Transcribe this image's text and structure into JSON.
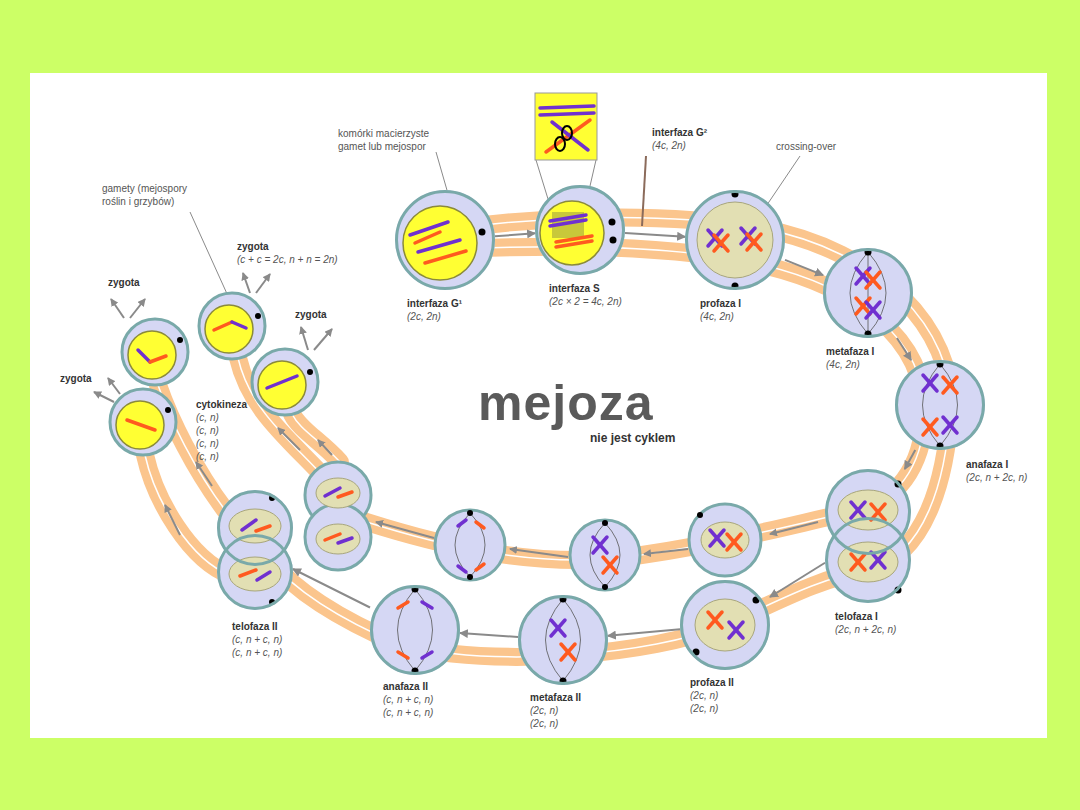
{
  "diagram": {
    "title": "mejoza",
    "nodes": [
      {
        "text": [
          "interfaza G¹",
          "(2c, 2n)"
        ]
      },
      {
        "text": [
          "interfaza S",
          "(2c × 2 = 4c, 2n)"
        ]
      },
      {
        "text": [
          "profaza I",
          "(4c, 2n)"
        ]
      },
      {
        "text": [
          "metafaza I",
          "(4c, 2n)"
        ]
      },
      {
        "text": [
          "anafaza I",
          "(2c, n + 2c, n)"
        ]
      },
      {
        "text": [
          "telofaza I",
          "(2c, n + 2c, n)"
        ]
      },
      {
        "text": [
          "profaza II",
          "(2c, n)",
          "(2c, n)"
        ]
      },
      {
        "text": [
          "metafaza II",
          "(2c, n)",
          "(2c, n)"
        ]
      },
      {
        "text": [
          "anafaza II",
          "(c, n + c, n)",
          "(c, n + c, n)"
        ]
      },
      {
        "text": [
          "telofaza II",
          "(c, n + c, n)",
          "(c, n + c, n)"
        ]
      }
    ],
    "edges": [
      {
        "from": 0,
        "to": 1,
        "arrow": "to"
      },
      {
        "from": 1,
        "to": 2,
        "arrow": "to"
      },
      {
        "from": 2,
        "to": 3,
        "arrow": "to"
      },
      {
        "from": 3,
        "to": 4,
        "arrow": "to"
      },
      {
        "from": 4,
        "to": 5,
        "arrow": "to"
      },
      {
        "from": 5,
        "to": 6,
        "arrow": "to"
      },
      {
        "from": 6,
        "to": 7,
        "arrow": "to"
      },
      {
        "from": 7,
        "to": 8,
        "arrow": "to"
      },
      {
        "from": 8,
        "to": 9,
        "arrow": "to"
      }
    ],
    "labels": [
      "komórki macierzyste gamet lub mejospor",
      "interfaza G²",
      "(4c, 2n)",
      "crossing-over",
      "gamety (mejospory roślin i grzybów)",
      "zygota",
      "zygota",
      "(c + c = 2c, n + n = 2n)",
      "zygota",
      "zygota",
      "cytokineza",
      "(c, n)",
      "(c, n)",
      "(c, n)",
      "(c, n)",
      "nie jest cyklem"
    ]
  }
}
